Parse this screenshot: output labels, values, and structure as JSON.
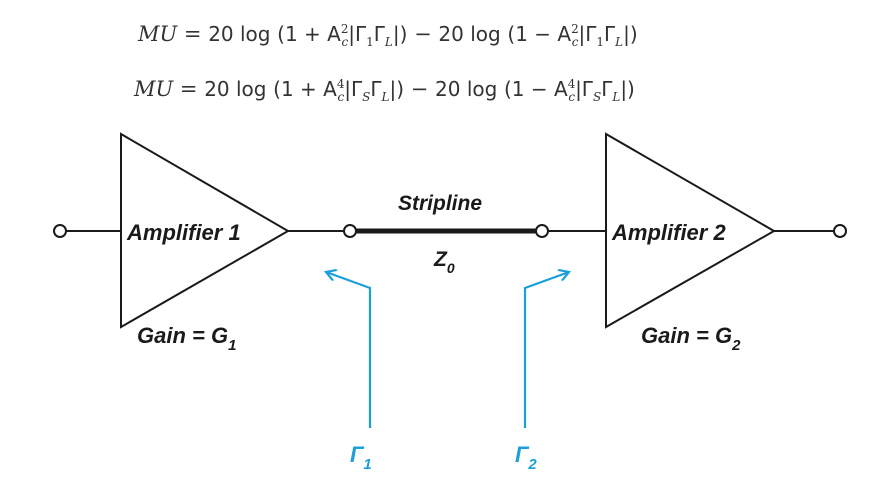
{
  "equations": [
    {
      "lhs": "MU",
      "eq": "=",
      "t1": "20 log",
      "a": "(1 + A",
      "sup1": "2",
      "sub1": "c",
      "g1": "|Γ",
      "s1": "1",
      "g2": "Γ",
      "s2": "L",
      "close1": "|)",
      "minus": "−",
      "t2": "20 log",
      "b": "(1 − A",
      "sup2": "2",
      "sub2": "c",
      "g3": "|Γ",
      "s3": "1",
      "g4": "Γ",
      "s4": "L",
      "close2": "|)"
    },
    {
      "lhs": "MU",
      "eq": "=",
      "t1": "20 log",
      "a": "(1 + A",
      "sup1": "4",
      "sub1": "c",
      "g1": "|Γ",
      "s1": "S",
      "g2": "Γ",
      "s2": "L",
      "close1": "|)",
      "minus": "−",
      "t2": "20 log",
      "b": "(1 − A",
      "sup2": "4",
      "sub2": "c",
      "g3": "|Γ",
      "s3": "S",
      "g4": "Γ",
      "s4": "L",
      "close2": "|)"
    }
  ],
  "diagram": {
    "amplifier1": {
      "label": "Amplifier 1",
      "gain_label": "Gain = G",
      "gain_sub": "1"
    },
    "amplifier2": {
      "label": "Amplifier 2",
      "gain_label": "Gain = G",
      "gain_sub": "2"
    },
    "stripline": {
      "label": "Stripline",
      "impedance": "Z",
      "impedance_sub": "0"
    },
    "gamma1": {
      "symbol": "Γ",
      "sub": "1"
    },
    "gamma2": {
      "symbol": "Γ",
      "sub": "2"
    },
    "colors": {
      "line": "#1a1a1a",
      "arrow": "#1a9fd9"
    }
  }
}
